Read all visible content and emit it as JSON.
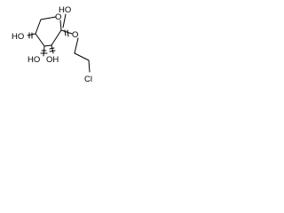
{
  "labels": {
    "ring_oxygen": "O",
    "anomeric_hydroxyl": "HO",
    "glycosidic_oxygen": "O",
    "hydroxyl_c4": "HO",
    "hydroxyl_c3": "HO",
    "hydroxyl_c2": "OH",
    "chlorine": "Cl"
  },
  "colors": {
    "ink": "#000000",
    "background": "#ffffff"
  }
}
